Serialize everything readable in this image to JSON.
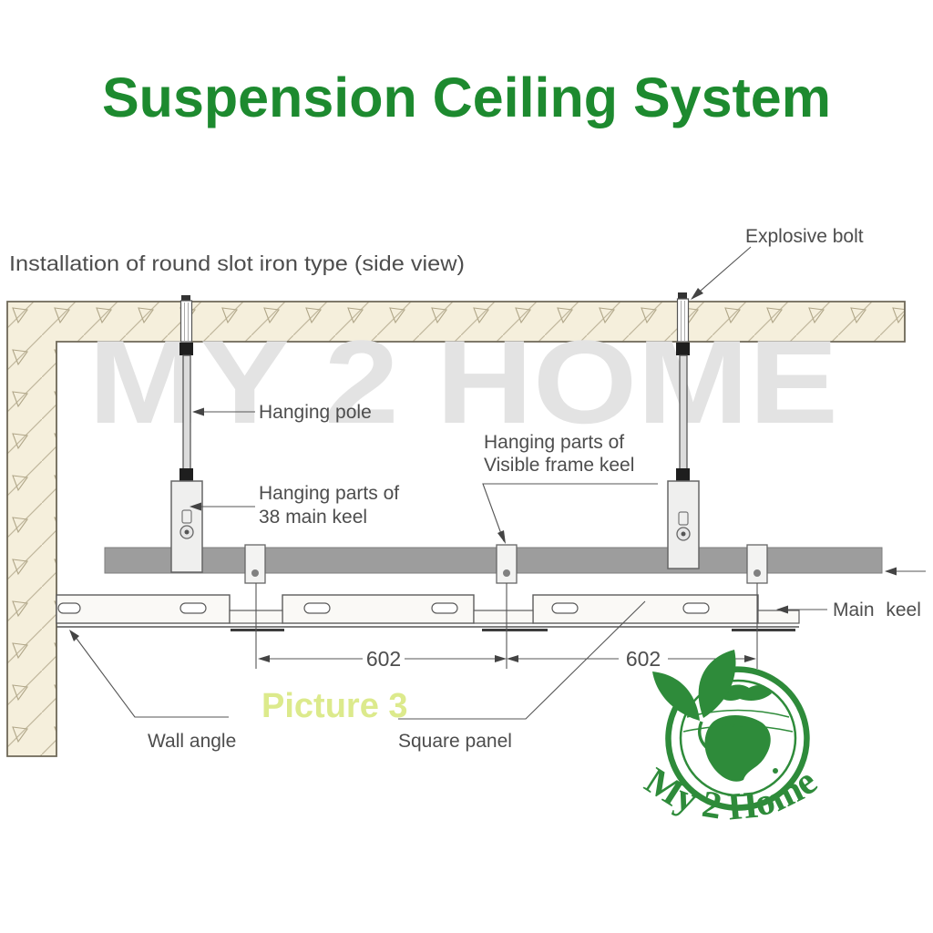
{
  "title": "Suspension Ceiling System",
  "diagram": {
    "caption": "Installation of round slot iron type (side view)",
    "watermark": "MY 2 HOME",
    "picture_caption": "Picture 3",
    "labels": {
      "explosive_bolt": "Explosive bolt",
      "hanging_pole": "Hanging pole",
      "hanging_parts_main_keel_1": "Hanging parts of",
      "hanging_parts_main_keel_2": "38 main keel",
      "hanging_parts_frame_keel_1": "Hanging parts of",
      "hanging_parts_frame_keel_2": "Visible frame keel",
      "main_keel": "Main keel",
      "wall_angle": "Wall angle",
      "square_panel": "Square panel"
    },
    "dimensions": {
      "left_span": "602",
      "right_span": "602"
    }
  },
  "logo": {
    "text": "My 2 Home"
  },
  "colors": {
    "title_green": "#1d8a2f",
    "logo_green": "#2e8b3a",
    "picture_caption_green": "#dcea8c",
    "line_gray": "#555555",
    "keel_gray": "#9d9d9d",
    "slab_fill": "#f5efdc",
    "watermark_gray": "#e3e3e3"
  }
}
